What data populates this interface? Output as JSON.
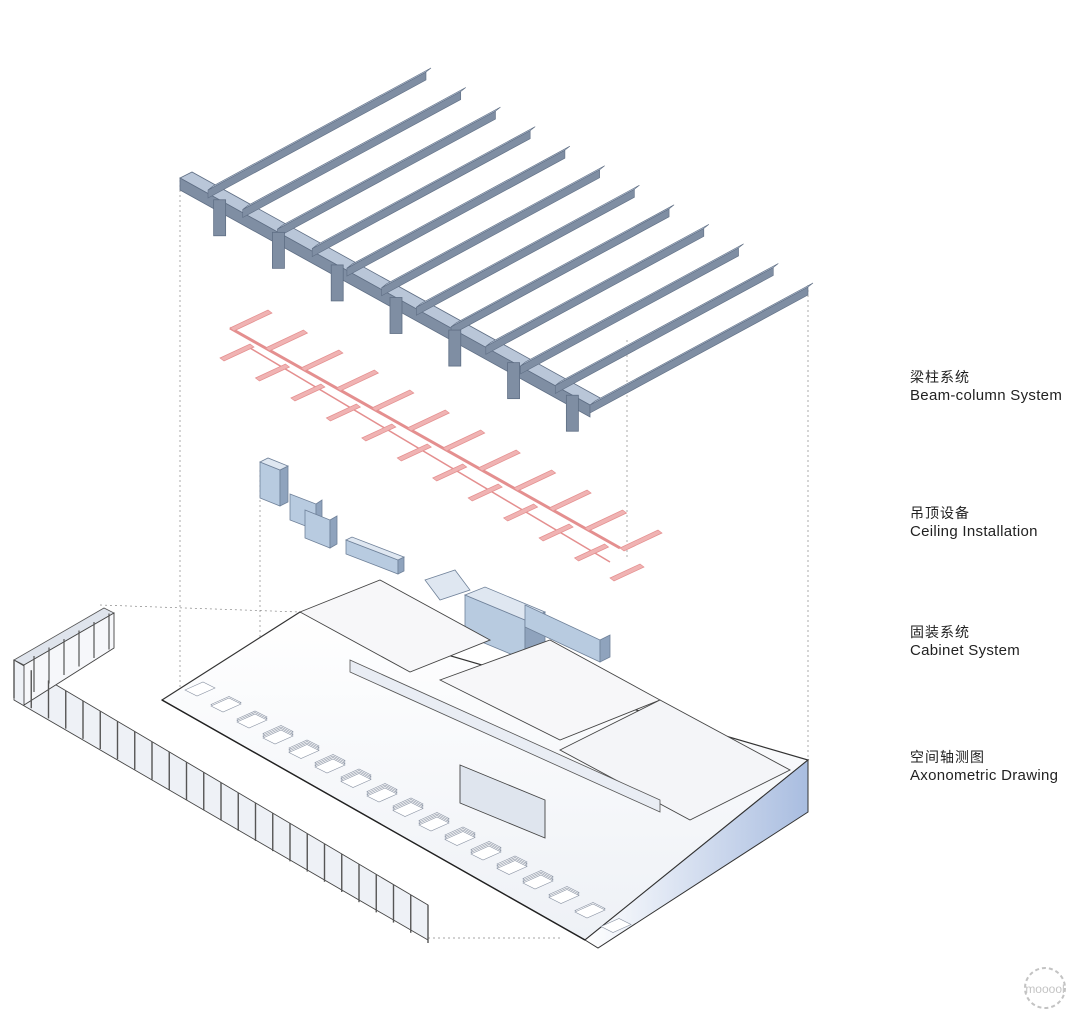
{
  "labels": [
    {
      "cn": "梁柱系统",
      "en": "Beam-column System"
    },
    {
      "cn": "吊顶设备",
      "en": "Ceiling Installation"
    },
    {
      "cn": "固装系统",
      "en": "Cabinet System"
    },
    {
      "cn": "空间轴测图",
      "en": "Axonometric Drawing"
    }
  ],
  "colors": {
    "beam_top": "#b9c6d8",
    "beam_side": "#7f8ea3",
    "duct": "#f0b3b3",
    "duct_stroke": "#e48f8f",
    "cabinet": "#b8cbe0",
    "floor": "#f3f4f7",
    "wall_blue": "#a9bde0",
    "line": "#333333"
  },
  "watermark": "mooool"
}
